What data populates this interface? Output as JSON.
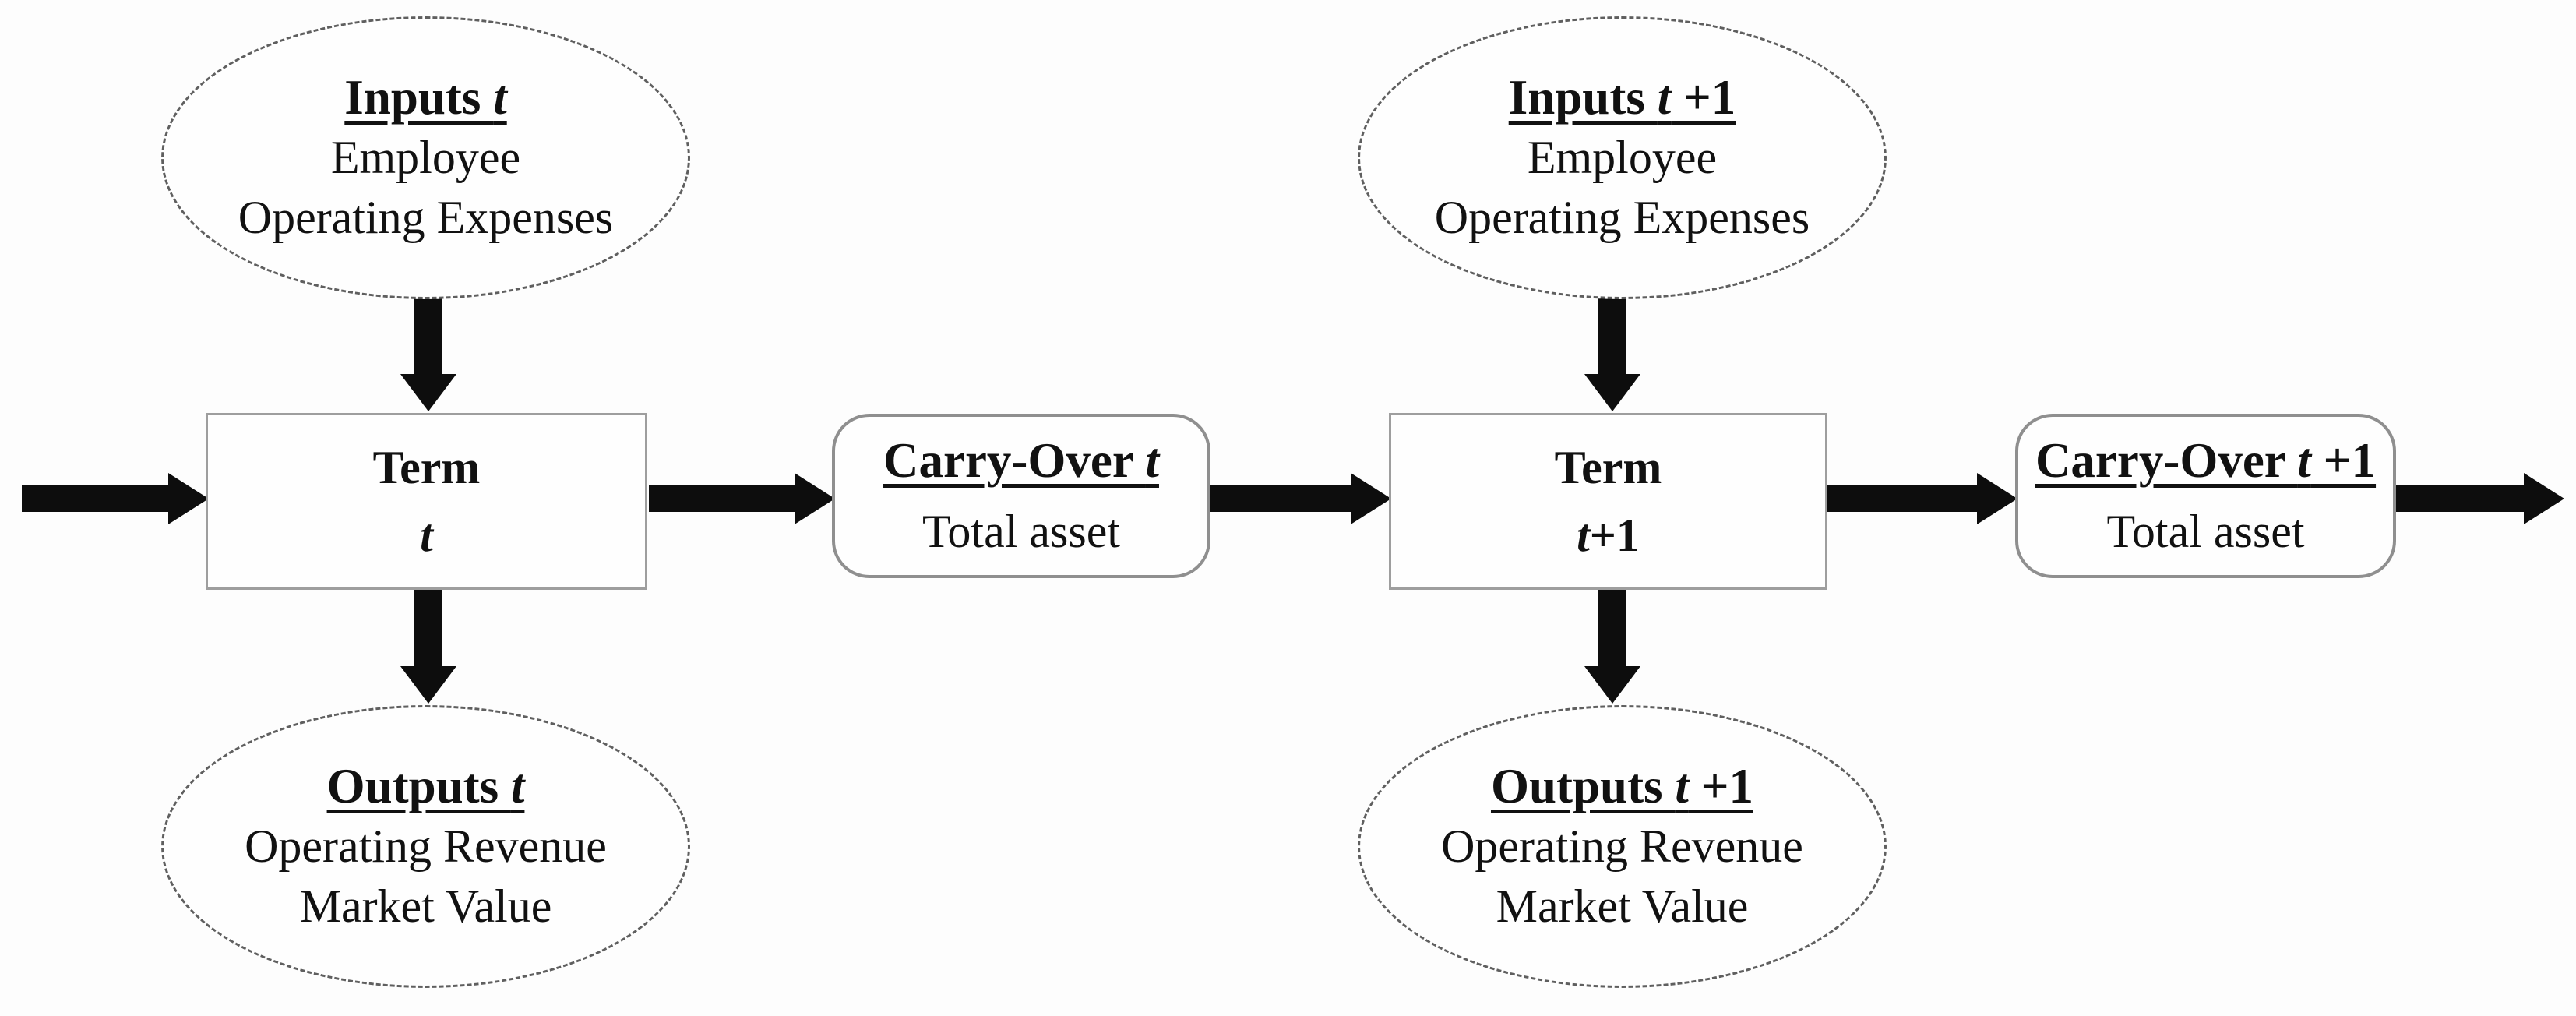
{
  "colors": {
    "arrow": "#0d0d0d",
    "text": "#111111",
    "ellipse_border": "#5f5f5f",
    "box_border": "#9e9e9e"
  },
  "nodes": {
    "inputs_t": {
      "title_prefix": "Inputs ",
      "title_var": "t",
      "title_suffix": "",
      "lines": [
        "Employee",
        "Operating Expenses"
      ]
    },
    "inputs_t1": {
      "title_prefix": "Inputs ",
      "title_var": "t",
      "title_suffix": " +1",
      "lines": [
        "Employee",
        "Operating Expenses"
      ]
    },
    "term_t": {
      "title": "Term",
      "sub_var": "t",
      "sub_suffix": ""
    },
    "term_t1": {
      "title": "Term",
      "sub_var": "t",
      "sub_suffix": "+1"
    },
    "carryover_t": {
      "title_prefix": "Carry-Over ",
      "title_var": "t",
      "title_suffix": "",
      "lines": [
        "Total asset"
      ]
    },
    "carryover_t1": {
      "title_prefix": "Carry-Over ",
      "title_var": "t",
      "title_suffix": " +1",
      "lines": [
        "Total asset"
      ]
    },
    "outputs_t": {
      "title_prefix": "Outputs ",
      "title_var": "t",
      "title_suffix": "",
      "lines": [
        "Operating Revenue",
        "Market Value"
      ]
    },
    "outputs_t1": {
      "title_prefix": "Outputs ",
      "title_var": "t",
      "title_suffix": " +1",
      "lines": [
        "Operating Revenue",
        "Market Value"
      ]
    }
  }
}
